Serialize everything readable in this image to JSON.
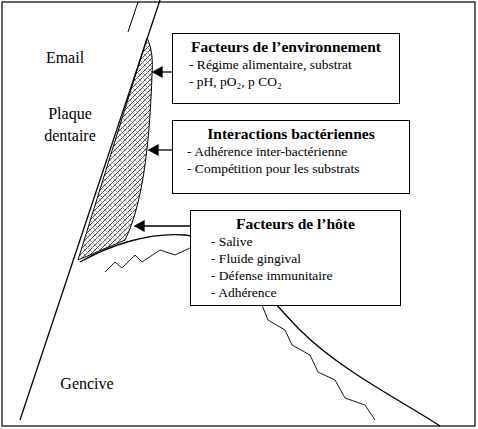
{
  "diagram": {
    "nodes": [
      {
        "text": [
          "Facteurs de l’environnement",
          "- Régime alimentaire, substrat",
          "- pH, pO₂, p CO₂"
        ]
      },
      {
        "text": [
          "Interactions bactériennes",
          "- Adhérence inter-bactérienne",
          "- Compétition pour les substrats"
        ]
      },
      {
        "text": [
          "Facteurs de l’hôte",
          "- Salive",
          "- Fluide gingival",
          "- Défense immunitaire",
          "- Adhérence"
        ]
      }
    ],
    "labels": [
      "Email",
      "Plaque dentaire",
      "Gencive"
    ]
  }
}
